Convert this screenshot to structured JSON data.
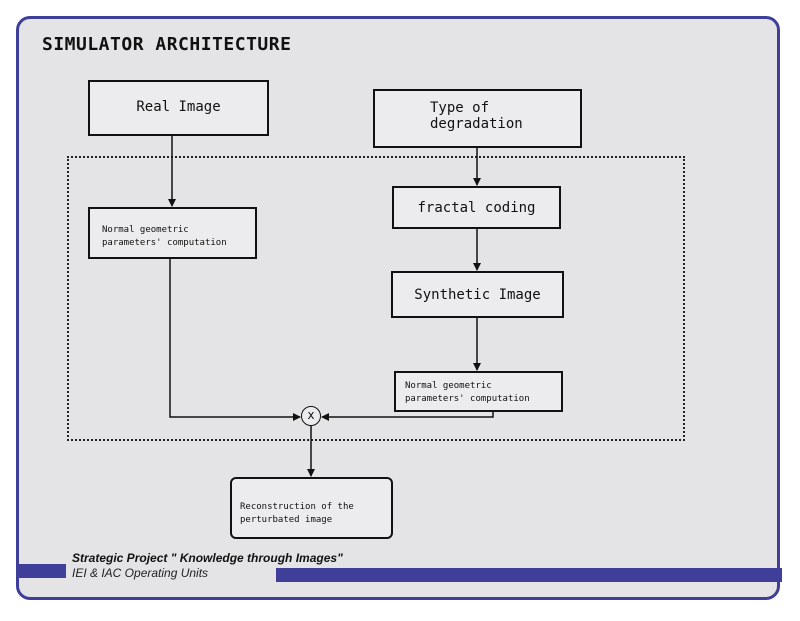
{
  "slide": {
    "title": "SIMULATOR ARCHITECTURE",
    "accent_color": "#3f3f9a"
  },
  "diagram": {
    "nodes": {
      "real_image": "Real Image",
      "type_of_degradation": [
        "Type of",
        "degradation"
      ],
      "normal_params_left": [
        "Normal geometric",
        "parameters' computation"
      ],
      "fractal_coding": "fractal coding",
      "synthetic_image": "Synthetic Image",
      "normal_params_right": [
        "Normal geometric",
        "parameters' computation"
      ],
      "multiply": "x",
      "reconstruction": [
        "Reconstruction of the",
        "perturbated image"
      ]
    }
  },
  "footer": {
    "project": "Strategic Project \" Knowledge through Images\"",
    "units": "IEI & IAC Operating Units"
  }
}
